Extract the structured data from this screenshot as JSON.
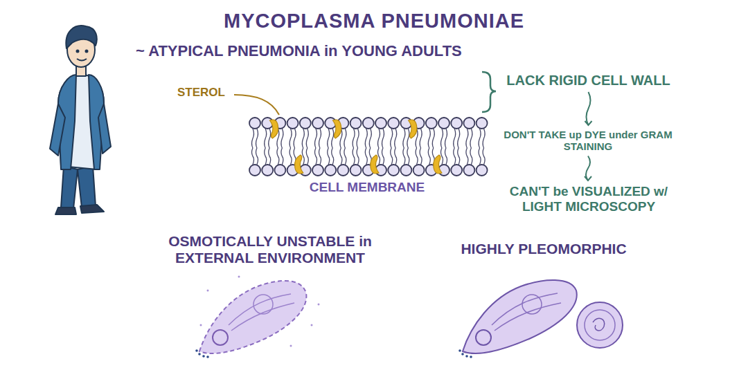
{
  "diagram": {
    "title": "MYCOPLASMA PNEUMONIAE",
    "nodes": [
      {
        "text": [
          "LACK RIGID CELL WALL"
        ]
      },
      {
        "text": [
          "DON'T TAKE up DYE under GRAM STAINING"
        ]
      },
      {
        "text": [
          "CAN'T be VISUALIZED w/ LIGHT MICROSCOPY"
        ]
      }
    ],
    "edges": [
      {
        "from": 0,
        "to": 1,
        "arrow": "to"
      },
      {
        "from": 1,
        "to": 2,
        "arrow": "to"
      }
    ],
    "labels": [
      "~ ATYPICAL PNEUMONIA in YOUNG ADULTS",
      "STEROL",
      "CELL MEMBRANE",
      "OSMOTICALLY UNSTABLE in EXTERNAL ENVIRONMENT",
      "HIGHLY PLEOMORPHIC"
    ]
  }
}
